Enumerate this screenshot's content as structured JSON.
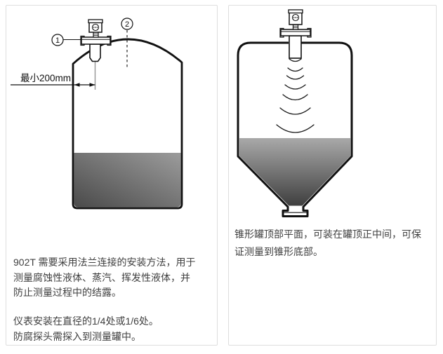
{
  "left_panel": {
    "diagram": {
      "callout_1": "1",
      "callout_2": "2",
      "min_distance_label": "最小200mm"
    },
    "paragraph_1": "902T 需要采用法兰连接的安装方法，用于\n测量腐蚀性液体、蒸汽、挥发性液体，并\n防止测量过程中的结露。",
    "paragraph_2": "仪表安装在直径的1/4处或1/6处。\n防腐探头需探入到测量罐中。"
  },
  "right_panel": {
    "caption": "锥形罐顶部平面，可装在罐顶正中间，可保\n证测量到锥形底部。"
  },
  "colors": {
    "line": "#111111",
    "panel_border": "#dedede",
    "text": "#3f3f3f",
    "liquid_light": "#9c9c9c",
    "liquid_dark": "#4a4a4a"
  }
}
